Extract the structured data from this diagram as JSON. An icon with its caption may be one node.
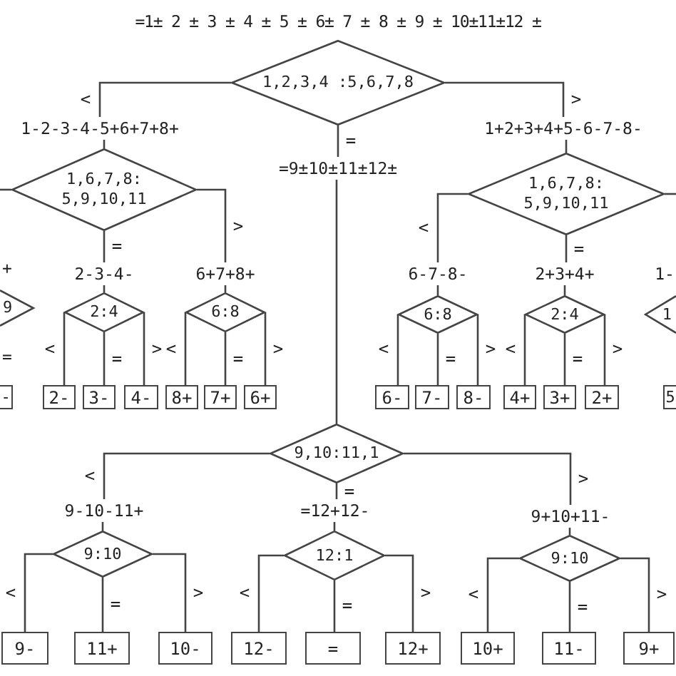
{
  "diagram": {
    "nodes": [
      {
        "text": [
          "1,2,3,4 :5,6,7,8"
        ]
      },
      {
        "text": [
          "1-2-3-4-5+6+7+8+"
        ]
      },
      {
        "text": [
          "=9±10±11±12±"
        ]
      },
      {
        "text": [
          "1+2+3+4+5-6-7-8-"
        ]
      },
      {
        "text": [
          "1,6,7,8: 5,9,10,11"
        ]
      },
      {
        "text": [
          "2-3-4-"
        ]
      },
      {
        "text": [
          "6+7+8+"
        ]
      },
      {
        "text": [
          "2:4"
        ]
      },
      {
        "text": [
          "6:8"
        ]
      },
      {
        "text": [
          "2-"
        ]
      },
      {
        "text": [
          "3-"
        ]
      },
      {
        "text": [
          "4-"
        ]
      },
      {
        "text": [
          "8+"
        ]
      },
      {
        "text": [
          "7+"
        ]
      },
      {
        "text": [
          "6+"
        ]
      },
      {
        "text": [
          "1,6,7,8: 5,9,10,11"
        ]
      },
      {
        "text": [
          "6-7-8-"
        ]
      },
      {
        "text": [
          "2+3+4+"
        ]
      },
      {
        "text": [
          "6:8"
        ]
      },
      {
        "text": [
          "2:4"
        ]
      },
      {
        "text": [
          "6-"
        ]
      },
      {
        "text": [
          "7-"
        ]
      },
      {
        "text": [
          "8-"
        ]
      },
      {
        "text": [
          "4+"
        ]
      },
      {
        "text": [
          "3+"
        ]
      },
      {
        "text": [
          "2+"
        ]
      },
      {
        "text": [
          "9,10:11,1"
        ]
      },
      {
        "text": [
          "9-10-11+"
        ]
      },
      {
        "text": [
          "=12+12-"
        ]
      },
      {
        "text": [
          "9+10+11-"
        ]
      },
      {
        "text": [
          "9:10"
        ]
      },
      {
        "text": [
          "12:1"
        ]
      },
      {
        "text": [
          "9:10"
        ]
      },
      {
        "text": [
          "9-"
        ]
      },
      {
        "text": [
          "11+"
        ]
      },
      {
        "text": [
          "10-"
        ]
      },
      {
        "text": [
          "12-"
        ]
      },
      {
        "text": [
          "="
        ]
      },
      {
        "text": [
          "12+"
        ]
      },
      {
        "text": [
          "10+"
        ]
      },
      {
        "text": [
          "11-"
        ]
      },
      {
        "text": [
          "9+"
        ]
      },
      {
        "text": [
          "9"
        ]
      },
      {
        "text": [
          "-"
        ]
      },
      {
        "text": [
          "1"
        ]
      },
      {
        "text": [
          "5"
        ]
      }
    ],
    "edges": [
      {
        "from": 0,
        "to": 1,
        "arrow": "none",
        "label": "<"
      },
      {
        "from": 0,
        "to": 2,
        "arrow": "none",
        "label": "="
      },
      {
        "from": 0,
        "to": 3,
        "arrow": "none",
        "label": ">"
      },
      {
        "from": 1,
        "to": 4,
        "arrow": "none"
      },
      {
        "from": 3,
        "to": 15,
        "arrow": "none"
      },
      {
        "from": 2,
        "to": 26,
        "arrow": "none"
      },
      {
        "from": 4,
        "to": null,
        "arrow": "none"
      },
      {
        "from": 4,
        "to": 5,
        "arrow": "none",
        "label": "="
      },
      {
        "from": 4,
        "to": 6,
        "arrow": "none",
        "label": ">"
      },
      {
        "from": 5,
        "to": 7,
        "arrow": "none"
      },
      {
        "from": 6,
        "to": 8,
        "arrow": "none"
      },
      {
        "from": 7,
        "to": 9,
        "arrow": "none",
        "label": "<"
      },
      {
        "from": 7,
        "to": 10,
        "arrow": "none",
        "label": "="
      },
      {
        "from": 7,
        "to": 11,
        "arrow": "none",
        "label": ">"
      },
      {
        "from": 8,
        "to": 12,
        "arrow": "none",
        "label": "<"
      },
      {
        "from": 8,
        "to": 13,
        "arrow": "none",
        "label": "="
      },
      {
        "from": 8,
        "to": 14,
        "arrow": "none",
        "label": ">"
      },
      {
        "from": 15,
        "to": 16,
        "arrow": "none",
        "label": "<"
      },
      {
        "from": 15,
        "to": 17,
        "arrow": "none",
        "label": "="
      },
      {
        "from": 15,
        "to": null,
        "arrow": "none"
      },
      {
        "from": 16,
        "to": 18,
        "arrow": "none"
      },
      {
        "from": 17,
        "to": 19,
        "arrow": "none"
      },
      {
        "from": 18,
        "to": 20,
        "arrow": "none",
        "label": "<"
      },
      {
        "from": 18,
        "to": 21,
        "arrow": "none",
        "label": "="
      },
      {
        "from": 18,
        "to": 22,
        "arrow": "none",
        "label": ">"
      },
      {
        "from": 19,
        "to": 23,
        "arrow": "none",
        "label": "<"
      },
      {
        "from": 19,
        "to": 24,
        "arrow": "none",
        "label": "="
      },
      {
        "from": 19,
        "to": 25,
        "arrow": "none",
        "label": ">"
      },
      {
        "from": 26,
        "to": 27,
        "arrow": "none",
        "label": "<"
      },
      {
        "from": 26,
        "to": 28,
        "arrow": "none",
        "label": "="
      },
      {
        "from": 26,
        "to": 29,
        "arrow": "none",
        "label": ">"
      },
      {
        "from": 27,
        "to": 30,
        "arrow": "none"
      },
      {
        "from": 28,
        "to": 31,
        "arrow": "none"
      },
      {
        "from": 29,
        "to": 32,
        "arrow": "none"
      },
      {
        "from": 30,
        "to": 33,
        "arrow": "none",
        "label": "<"
      },
      {
        "from": 30,
        "to": 34,
        "arrow": "none",
        "label": "="
      },
      {
        "from": 30,
        "to": 35,
        "arrow": "none",
        "label": ">"
      },
      {
        "from": 31,
        "to": 36,
        "arrow": "none",
        "label": "<"
      },
      {
        "from": 31,
        "to": 37,
        "arrow": "none",
        "label": "="
      },
      {
        "from": 31,
        "to": 38,
        "arrow": "none",
        "label": ">"
      },
      {
        "from": 32,
        "to": 39,
        "arrow": "none",
        "label": "<"
      },
      {
        "from": 32,
        "to": 40,
        "arrow": "none",
        "label": "="
      },
      {
        "from": 32,
        "to": 41,
        "arrow": "none",
        "label": ">"
      }
    ],
    "labels": [
      "=1± 2 ± 3 ± 4 ± 5 ± 6± 7 ± 8 ± 9 ± 10±11±12 ±",
      "+",
      "=",
      "1-"
    ]
  }
}
